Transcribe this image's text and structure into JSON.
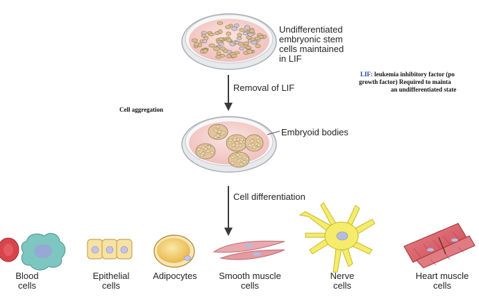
{
  "steps": {
    "undiff_label": [
      "Undifferentiated",
      "embryonic stem",
      "cells maintained",
      "in LIF"
    ],
    "removal_label": "Removal of LIF",
    "embryoid_label": "Embryoid bodies",
    "diff_label": "Cell differentiation"
  },
  "notes": {
    "aggregation": "Cell aggregation",
    "lif_term": "LIF:",
    "lif_line1_rest": "leukemia inhibitory factor  (po",
    "lif_line2": "growth factor)  Required to mainta",
    "lif_line3": "an  undifferentiated state"
  },
  "cell_types": [
    {
      "line1": "Blood",
      "line2": "cells"
    },
    {
      "line1": "Epithelial",
      "line2": "cells"
    },
    {
      "line1": "Adipocytes",
      "line2": ""
    },
    {
      "line1": "Smooth muscle",
      "line2": "cells"
    },
    {
      "line1": "Nerve",
      "line2": "cells"
    },
    {
      "line1": "Heart muscle",
      "line2": "cells"
    }
  ],
  "colors": {
    "arrow": "#3a3a3a",
    "dish_rim": "#bfc3c9",
    "dish_medium": "#f2c9c6",
    "stem_cell": "#d9b98a",
    "embryoid": "#e2c59a",
    "blood_red": "#d8444c",
    "macrophage": "#7ec6c0",
    "adipocyte": "#f2d27a",
    "smooth_muscle": "#e9a8ad",
    "nerve": "#f4ec6a",
    "heart_muscle": "#d9646c",
    "note_blue": "#1d3fa0"
  },
  "icons": [
    "petri-dish-icon",
    "embryoid-dish-icon",
    "down-arrow-icon",
    "blood-cell-icon",
    "epithelial-cell-icon",
    "adipocyte-icon",
    "smooth-muscle-icon",
    "nerve-cell-icon",
    "heart-muscle-icon"
  ]
}
